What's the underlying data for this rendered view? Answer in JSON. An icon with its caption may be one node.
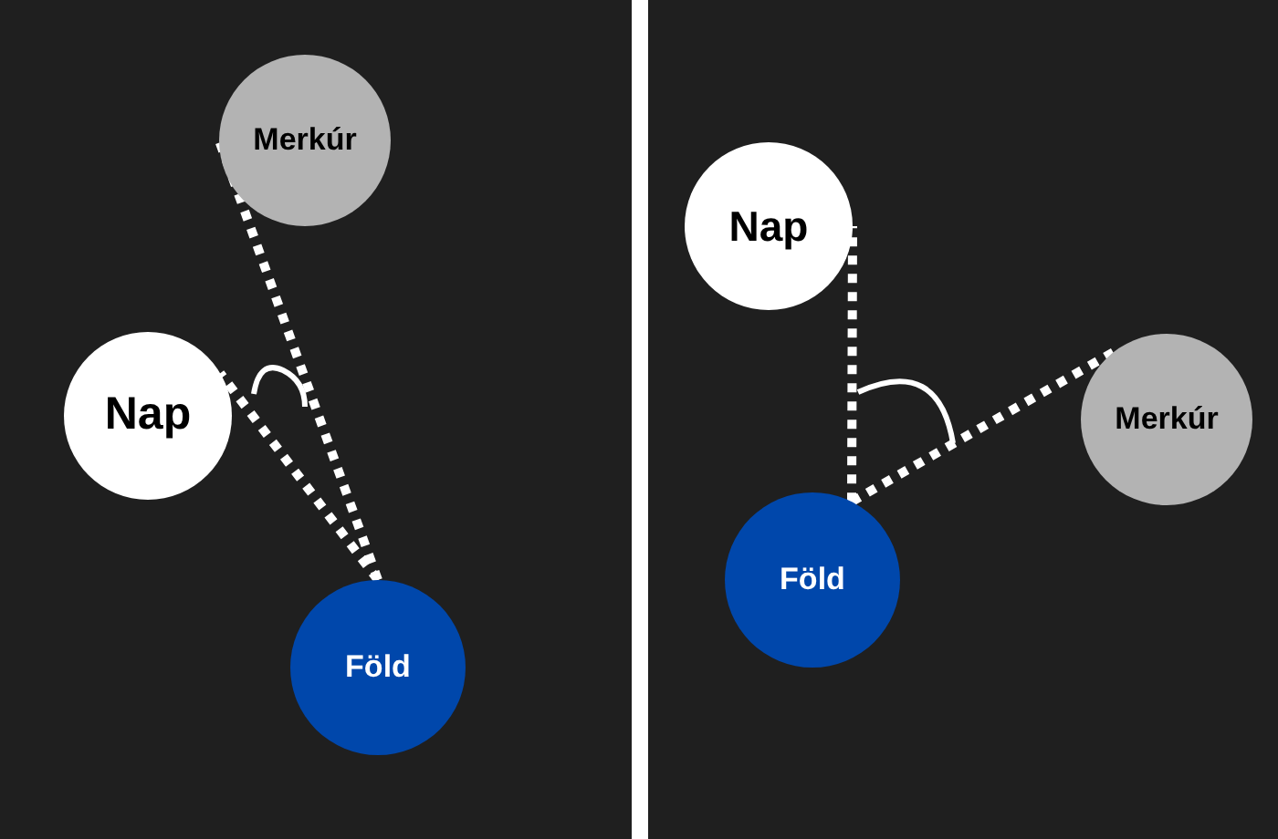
{
  "diagram": {
    "nodes": [
      {
        "text": [
          "Merkúr"
        ]
      },
      {
        "text": [
          "Nap"
        ]
      },
      {
        "text": [
          "Föld"
        ]
      },
      {
        "text": [
          "Nap"
        ]
      },
      {
        "text": [
          "Merkúr"
        ]
      },
      {
        "text": [
          "Föld"
        ]
      }
    ],
    "edges": [
      {
        "from": 2,
        "to": 0,
        "arrow": "none",
        "style": "dashed"
      },
      {
        "from": 2,
        "to": 1,
        "arrow": "none",
        "style": "dashed"
      },
      {
        "from": 5,
        "to": 3,
        "arrow": "none",
        "style": "dashed"
      },
      {
        "from": 5,
        "to": 4,
        "arrow": "none",
        "style": "dashed"
      }
    ]
  }
}
